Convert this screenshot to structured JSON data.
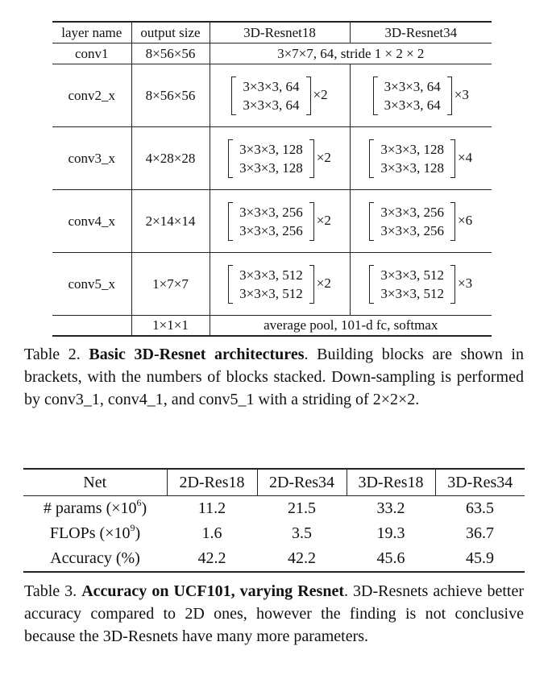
{
  "table2": {
    "headers": [
      "layer name",
      "output size",
      "3D-Resnet18",
      "3D-Resnet34"
    ],
    "conv1": {
      "name": "conv1",
      "size": "8×56×56",
      "spec": "3×7×7, 64, stride 1 × 2 × 2"
    },
    "blocks": [
      {
        "name": "conv2_x",
        "size": "8×56×56",
        "line1": "3×3×3, 64",
        "line2": "3×3×3, 64",
        "mult18": "×2",
        "mult34": "×3"
      },
      {
        "name": "conv3_x",
        "size": "4×28×28",
        "line1": "3×3×3, 128",
        "line2": "3×3×3, 128",
        "mult18": "×2",
        "mult34": "×4"
      },
      {
        "name": "conv4_x",
        "size": "2×14×14",
        "line1": "3×3×3, 256",
        "line2": "3×3×3, 256",
        "mult18": "×2",
        "mult34": "×6"
      },
      {
        "name": "conv5_x",
        "size": "1×7×7",
        "line1": "3×3×3, 512",
        "line2": "3×3×3, 512",
        "mult18": "×2",
        "mult34": "×3"
      }
    ],
    "last": {
      "size": "1×1×1",
      "spec": "average pool, 101-d fc, softmax"
    }
  },
  "caption2": {
    "label": "Table 2.",
    "title": "Basic 3D-Resnet architectures",
    "text": ". Building blocks are shown in brackets, with the numbers of blocks stacked. Down-sampling is performed by conv3_1, conv4_1, and conv5_1 with a striding of 2×2×2."
  },
  "table3": {
    "headers": [
      "Net",
      "2D-Res18",
      "2D-Res34",
      "3D-Res18",
      "3D-Res34"
    ],
    "rows": [
      {
        "label_pre": "# params (×10",
        "label_sup": "6",
        "label_post": ")",
        "values": [
          "11.2",
          "21.5",
          "33.2",
          "63.5"
        ]
      },
      {
        "label_pre": "FLOPs (×10",
        "label_sup": "9",
        "label_post": ")",
        "values": [
          "1.6",
          "3.5",
          "19.3",
          "36.7"
        ]
      },
      {
        "label_pre": "Accuracy (%)",
        "label_sup": "",
        "label_post": "",
        "values": [
          "42.2",
          "42.2",
          "45.6",
          "45.9"
        ]
      }
    ]
  },
  "caption3": {
    "label": "Table 3.",
    "title": "Accuracy on UCF101, varying Resnet",
    "text": ". 3D-Resnets achieve better accuracy compared to 2D ones, however the finding is not conclusive because the 3D-Resnets have many more parameters."
  }
}
